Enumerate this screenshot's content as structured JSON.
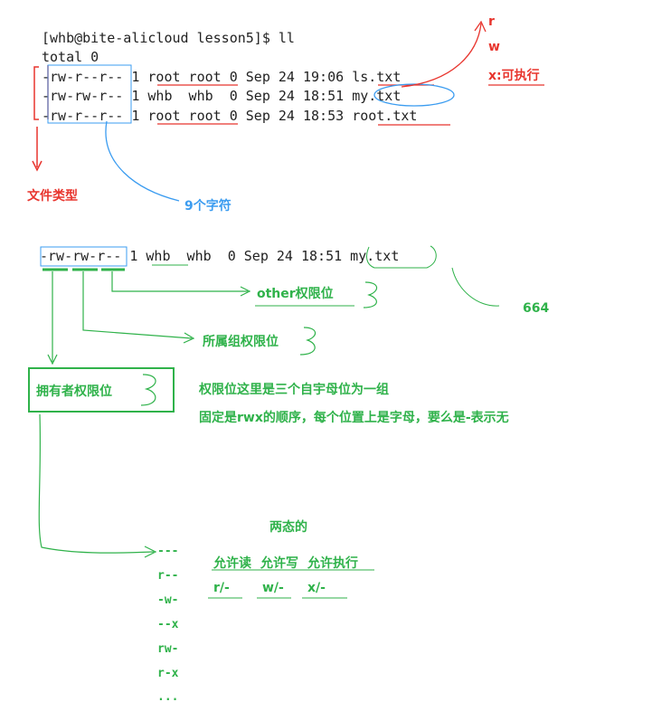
{
  "listing": {
    "prompt": "[whb@bite-alicloud lesson5]$ ll",
    "total": "total 0",
    "rows": [
      {
        "perm": "-rw-r--r--",
        "rest": " 1 root root 0 Sep 24 19:06 ",
        "name": "ls.txt"
      },
      {
        "perm": "-rw-rw-r--",
        "rest": " 1 whb  whb  0 Sep 24 18:51 ",
        "name": "my.txt"
      },
      {
        "perm": "-rw-r--r--",
        "rest": " 1 root root 0 Sep 24 18:53 ",
        "name": "root.txt"
      }
    ]
  },
  "legend_rwx": {
    "r": "r",
    "w": "w",
    "x": "x:可执行"
  },
  "file_type_label": "文件类型",
  "nine_chars_label": "9个字符",
  "example_line": "-rw-rw-r-- 1 whb  whb  0 Sep 24 18:51 my.txt",
  "other_label": "other权限位",
  "octal_value": "664",
  "group_label": "所属组权限位",
  "owner_label": "拥有者权限位",
  "explanation": [
    "权限位这里是三个自宇母位为一组",
    "固定是rwx的顺序，每个位置上是字母，要么是-表示无"
  ],
  "two_state_title": "两态的",
  "two_state_headers": [
    "允许读",
    "允许写",
    "允许执行"
  ],
  "two_state_values": [
    "r/-",
    "w/-",
    "x/-"
  ],
  "combos": [
    "---",
    "r--",
    "-w-",
    "--x",
    "rw-",
    "r-x",
    "..."
  ],
  "colors": {
    "red": "#e8352e",
    "blue": "#3b9cf0",
    "green": "#2fb24a",
    "text": "#222222"
  }
}
